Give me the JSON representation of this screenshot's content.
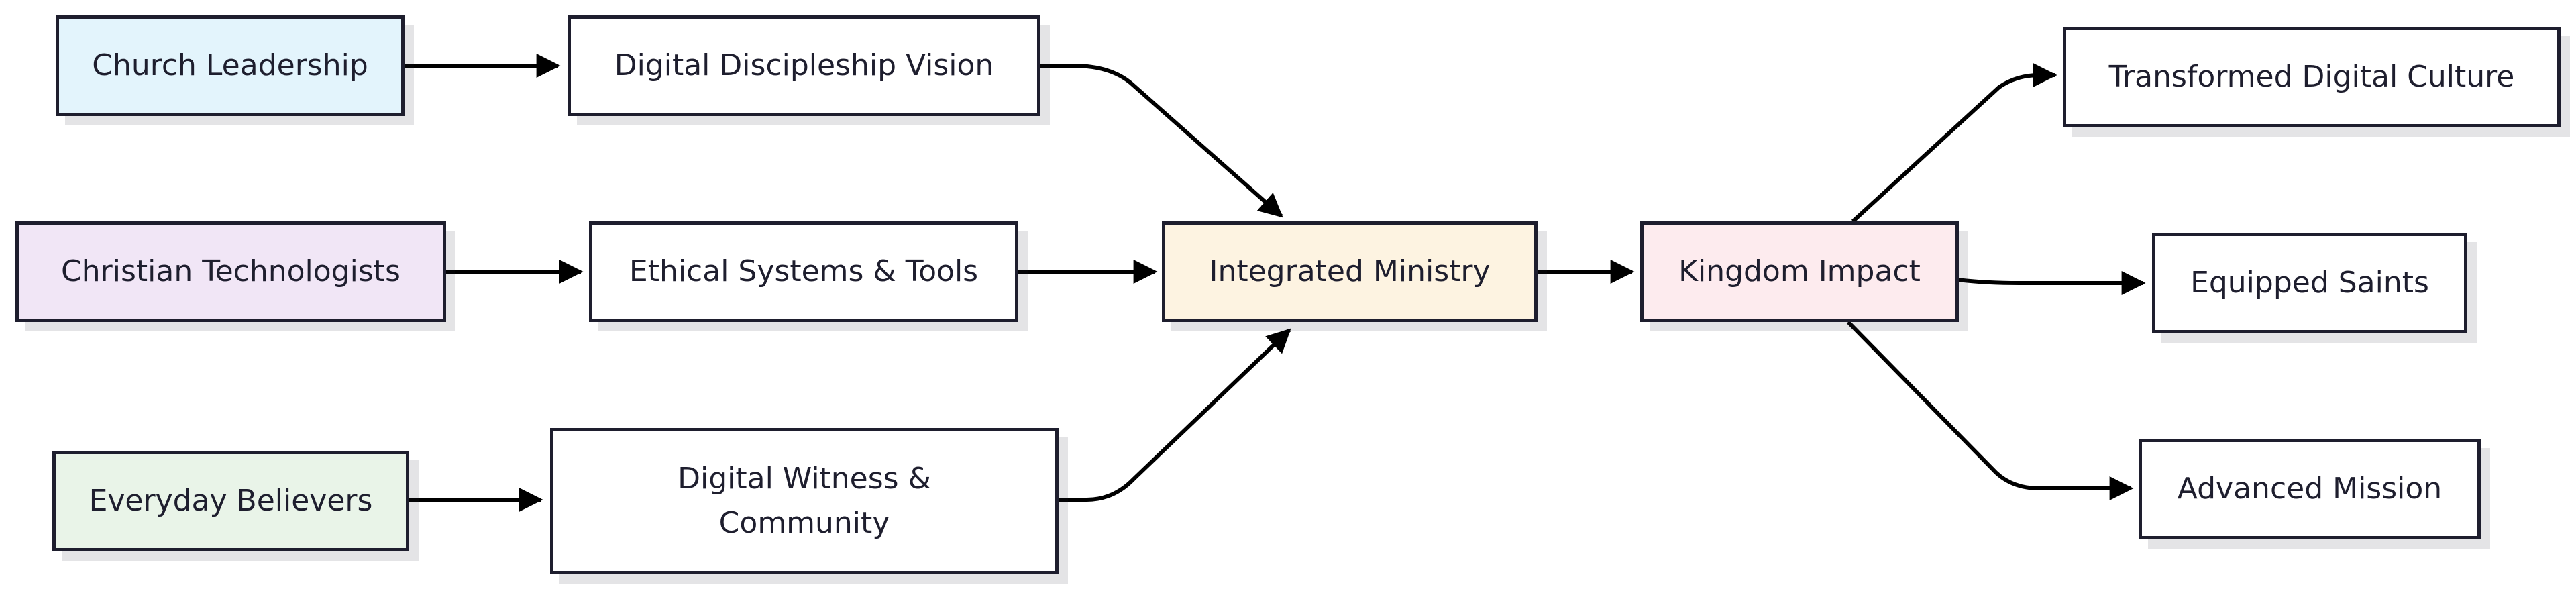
{
  "nodes": {
    "church_leadership": {
      "label": "Church Leadership",
      "fill": "#e3f4fc"
    },
    "christian_technologists": {
      "label": "Christian Technologists",
      "fill": "#f1e6f6"
    },
    "everyday_believers": {
      "label": "Everyday Believers",
      "fill": "#e9f4e8"
    },
    "digital_discipleship_vision": {
      "label": "Digital Discipleship Vision",
      "fill": "#ffffff"
    },
    "ethical_systems_tools": {
      "label": "Ethical Systems & Tools",
      "fill": "#ffffff"
    },
    "digital_witness_community": {
      "label": "Digital Witness &\nCommunity",
      "fill": "#ffffff"
    },
    "integrated_ministry": {
      "label": "Integrated Ministry",
      "fill": "#fdf3e1"
    },
    "kingdom_impact": {
      "label": "Kingdom Impact",
      "fill": "#fdebee"
    },
    "transformed_digital_culture": {
      "label": "Transformed Digital Culture",
      "fill": "#ffffff"
    },
    "equipped_saints": {
      "label": "Equipped Saints",
      "fill": "#ffffff"
    },
    "advanced_mission": {
      "label": "Advanced Mission",
      "fill": "#ffffff"
    }
  },
  "edges": [
    {
      "from": "church_leadership",
      "to": "digital_discipleship_vision"
    },
    {
      "from": "christian_technologists",
      "to": "ethical_systems_tools"
    },
    {
      "from": "everyday_believers",
      "to": "digital_witness_community"
    },
    {
      "from": "digital_discipleship_vision",
      "to": "integrated_ministry"
    },
    {
      "from": "ethical_systems_tools",
      "to": "integrated_ministry"
    },
    {
      "from": "digital_witness_community",
      "to": "integrated_ministry"
    },
    {
      "from": "integrated_ministry",
      "to": "kingdom_impact"
    },
    {
      "from": "kingdom_impact",
      "to": "transformed_digital_culture"
    },
    {
      "from": "kingdom_impact",
      "to": "equipped_saints"
    },
    {
      "from": "kingdom_impact",
      "to": "advanced_mission"
    }
  ]
}
